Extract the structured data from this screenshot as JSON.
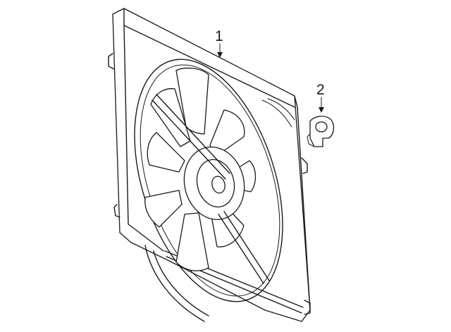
{
  "diagram": {
    "callouts": [
      {
        "number": "1",
        "part": "fan-shroud-assembly"
      },
      {
        "number": "2",
        "part": "connector-clip"
      }
    ]
  }
}
